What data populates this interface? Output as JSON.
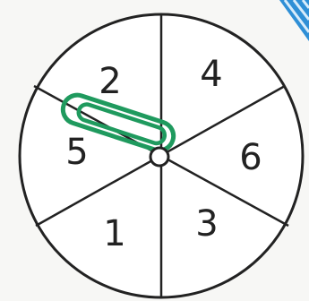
{
  "spinner": {
    "sectors": [
      {
        "label": "2"
      },
      {
        "label": "4"
      },
      {
        "label": "6"
      },
      {
        "label": "3"
      },
      {
        "label": "1"
      },
      {
        "label": "5"
      }
    ]
  },
  "colors": {
    "background": "#f7f7f5",
    "outline": "#222222",
    "paperclip": "#1f9a5e",
    "corner_stripes": "#2f8fd6"
  }
}
